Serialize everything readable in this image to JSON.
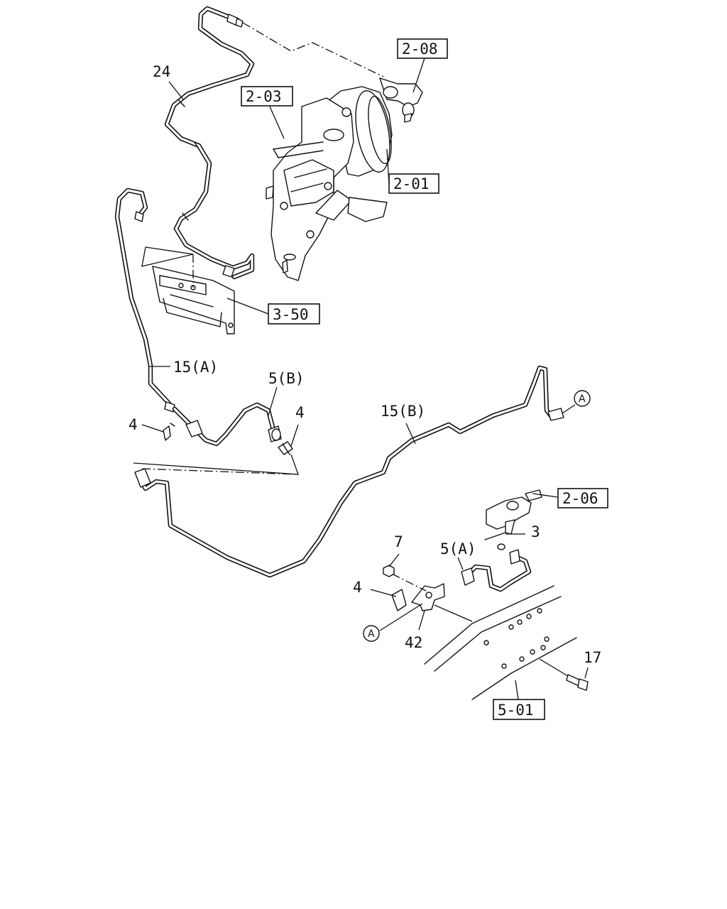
{
  "callout_refs": {
    "ref_2_08": "2-08",
    "ref_2_03": "2-03",
    "ref_2_01": "2-01",
    "ref_3_50": "3-50",
    "ref_2_06": "2-06",
    "ref_5_01": "5-01"
  },
  "part_labels": {
    "p24": "24",
    "p15a": "15(A)",
    "p5b": "5(B)",
    "p4_left": "4",
    "p4_mid": "4",
    "p15b": "15(B)",
    "p3": "3",
    "p7": "7",
    "p5a": "5(A)",
    "p4_low": "4",
    "p42": "42",
    "p17": "17"
  },
  "connectors": {
    "a_right": "A",
    "a_lower": "A"
  }
}
